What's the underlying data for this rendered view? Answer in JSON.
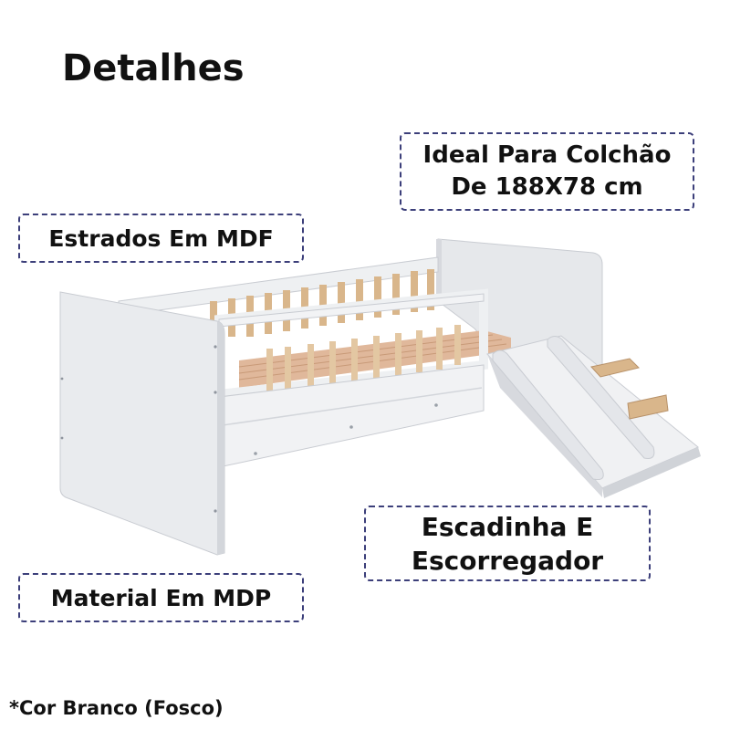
{
  "title": "Detalhes",
  "callouts": {
    "colchao": {
      "line1": "Ideal Para Colchão",
      "line2": "De 188X78 cm"
    },
    "estrados": {
      "label": "Estrados Em MDF"
    },
    "escadinha": {
      "line1": "Escadinha E",
      "line2": "Escorregador"
    },
    "material": {
      "label": "Material Em MDP"
    }
  },
  "footnote": "*Cor Branco (Fosco)",
  "product": {
    "name_icon": "bed-with-slide-illustration",
    "colors": {
      "panel": "#e9ebee",
      "panel_dark": "#d7d9de",
      "wood": "#d9b68b",
      "slat": "#e0b89b",
      "border": "#3c3f7a"
    }
  }
}
